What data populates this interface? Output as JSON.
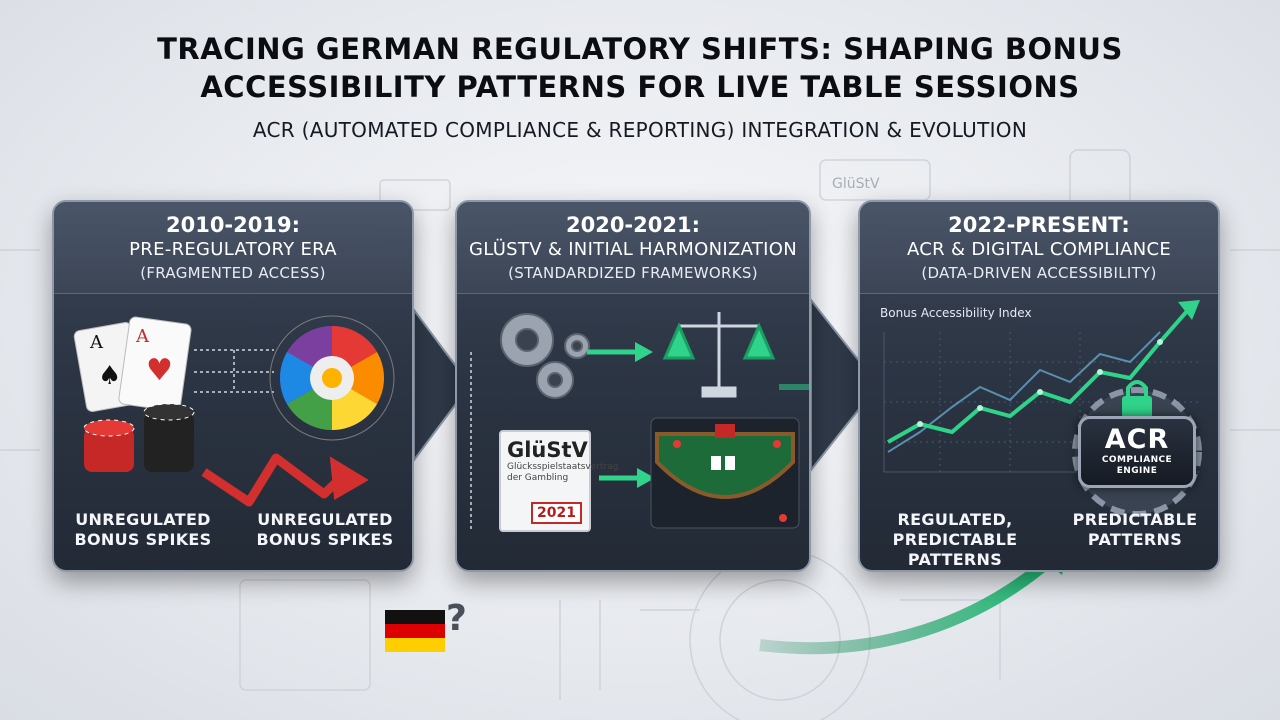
{
  "header": {
    "title_line1": "TRACING GERMAN REGULATORY SHIFTS: SHAPING BONUS",
    "title_line2": "ACCESSIBILITY PATTERNS FOR LIVE TABLE SESSIONS",
    "subtitle": "ACR (AUTOMATED COMPLIANCE & REPORTING) INTEGRATION & EVOLUTION"
  },
  "background": {
    "glustv_label": "GlüStV"
  },
  "panels": [
    {
      "years": "2010-2019:",
      "name": "PRE-REGULATORY ERA",
      "sub": "(FRAGMENTED ACCESS)",
      "label_left_1": "UNREGULATED",
      "label_left_2": "BONUS SPIKES",
      "label_right_1": "UNREGULATED",
      "label_right_2": "BONUS SPIKES",
      "card_rank": "A"
    },
    {
      "years": "2020-2021:",
      "name": "GLÜSTV & INITIAL HARMONIZATION",
      "sub": "(STANDARDIZED FRAMEWORKS)",
      "doc_title": "GlüStV",
      "doc_line1": "Glücksspielstaatsvertrag",
      "doc_line2": "der Gambling",
      "doc_year": "2021"
    },
    {
      "years": "2022-PRESENT:",
      "name": "ACR & DIGITAL COMPLIANCE",
      "sub": "(DATA-DRIVEN ACCESSIBILITY)",
      "chart_title": "Bonus Accessibility Index",
      "acr_big": "ACR",
      "acr_line1": "COMPLIANCE",
      "acr_line2": "ENGINE",
      "label_left_1": "REGULATED,",
      "label_left_2": "PREDICTABLE",
      "label_left_3": "PATTERNS",
      "label_right_1": "PREDICTABLE",
      "label_right_2": "PATTERNS"
    }
  ],
  "colors": {
    "accent_green": "#2fd38a",
    "danger_red": "#d32f2f",
    "panel_dark": "#2c3544",
    "flag_black": "#111111",
    "flag_red": "#dd0000",
    "flag_gold": "#ffce00"
  },
  "icons": [
    "playing-cards-icon",
    "poker-chips-icon",
    "roulette-wheel-icon",
    "gear-icon",
    "scales-icon",
    "document-icon",
    "blackjack-table-icon",
    "padlock-icon",
    "germany-flag-icon",
    "question-mark-icon"
  ]
}
